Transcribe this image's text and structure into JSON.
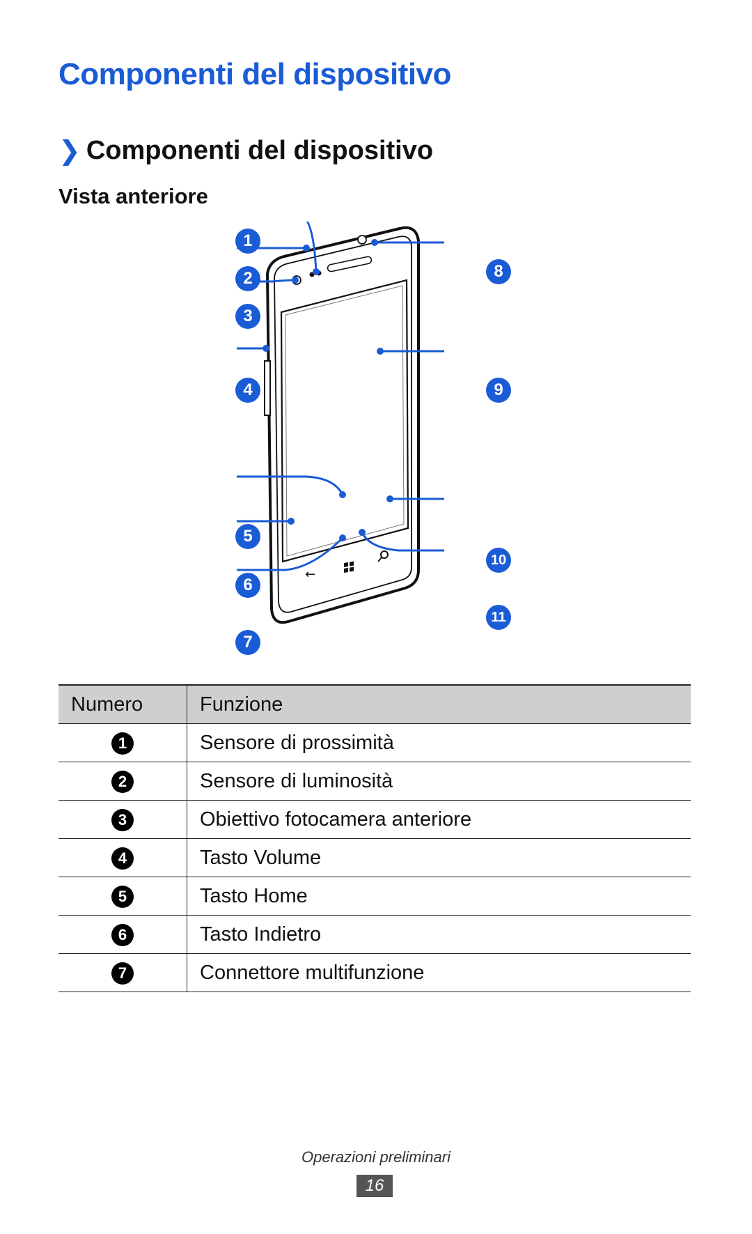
{
  "page_title": "Componenti del dispositivo",
  "section": {
    "chevron": "❯",
    "heading": "Componenti del dispositivo"
  },
  "subheading": "Vista anteriore",
  "diagram": {
    "callouts": [
      "1",
      "2",
      "3",
      "4",
      "5",
      "6",
      "7",
      "8",
      "9",
      "10",
      "11"
    ],
    "accent_color": "#1a5bd6",
    "icons": [
      "back-arrow-icon",
      "windows-logo-icon",
      "search-icon"
    ]
  },
  "table": {
    "headers": {
      "number": "Numero",
      "function": "Funzione"
    },
    "rows": [
      {
        "number": "1",
        "function": "Sensore di prossimità"
      },
      {
        "number": "2",
        "function": "Sensore di luminosità"
      },
      {
        "number": "3",
        "function": "Obiettivo fotocamera anteriore"
      },
      {
        "number": "4",
        "function": "Tasto Volume"
      },
      {
        "number": "5",
        "function": "Tasto Home"
      },
      {
        "number": "6",
        "function": "Tasto Indietro"
      },
      {
        "number": "7",
        "function": "Connettore multifunzione"
      }
    ]
  },
  "footer": {
    "section_name": "Operazioni preliminari",
    "page_number": "16"
  }
}
